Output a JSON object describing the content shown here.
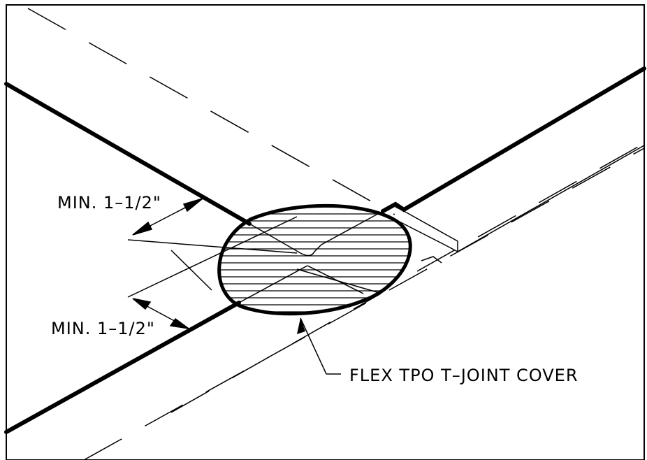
{
  "labels": {
    "dim_upper": "MIN. 1–1/2\"",
    "dim_lower": "MIN. 1–1/2\"",
    "callout": "FLEX TPO T–JOINT COVER"
  }
}
